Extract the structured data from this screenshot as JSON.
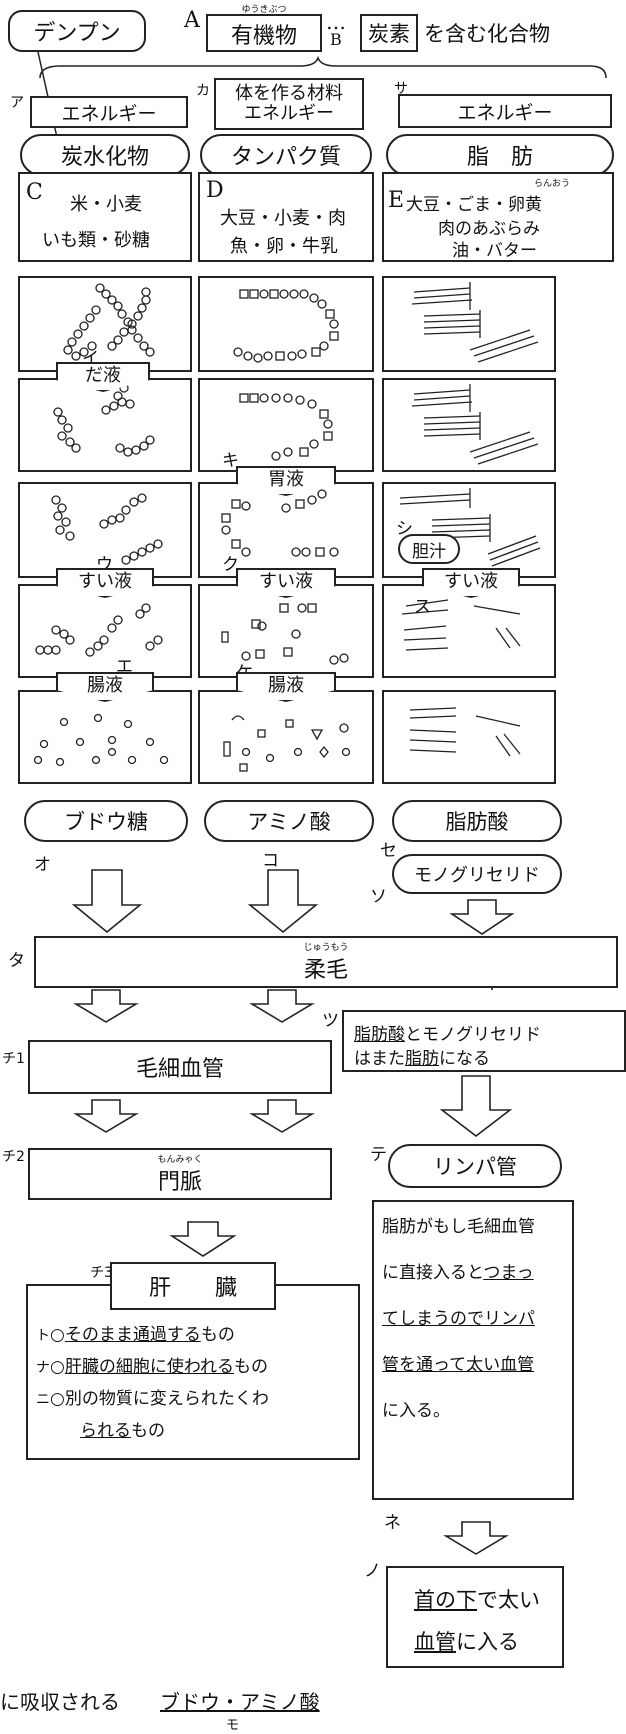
{
  "header": {
    "denpun": "デンプン",
    "label_a": "A",
    "organic_ruby": "ゆうきぶつ",
    "organic": "有機物",
    "dots": "…",
    "label_b": "B",
    "carbon": "炭素",
    "contains": "を含む化合物"
  },
  "roles": {
    "a_label": "ア",
    "a_text": "エネルギー",
    "ka_label": "カ",
    "ka_line1": "体を作る材料",
    "ka_line2": "エネルギー",
    "sa_label": "サ",
    "sa_text": "エネルギー"
  },
  "nutrients": {
    "carb": "炭水化物",
    "protein": "タンパク質",
    "fat": "脂　肪"
  },
  "foods": {
    "c_label": "C",
    "c_line1": "米・小麦",
    "c_line2": "いも類・砂糖",
    "d_label": "D",
    "d_line1": "大豆・小麦・肉",
    "d_line2": "魚・卵・牛乳",
    "e_label": "E",
    "e_ruby": "らんおう",
    "e_line1": "大豆・ごま・卵黄",
    "e_line2": "肉のあぶらみ",
    "e_line3": "油・バター"
  },
  "digestion": {
    "i_label": "イ",
    "saliva": "だ液",
    "ki_label": "キ",
    "gastric": "胃液",
    "u_label": "ウ",
    "ku_label": "ク",
    "shi_label": "シ",
    "bile": "胆汁",
    "pancreatic1": "すい液",
    "pancreatic2": "すい液",
    "pancreatic3": "すい液",
    "su_label": "ス",
    "e2_label": "エ",
    "ke_label": "ケ",
    "intestinal1": "腸液",
    "intestinal2": "腸液"
  },
  "products": {
    "glucose": "ブドウ糖",
    "amino": "アミノ酸",
    "fatty": "脂肪酸",
    "o_label": "オ",
    "ko_label": "コ",
    "se_label": "セ",
    "so_label": "ソ",
    "mono": "モノグリセリド"
  },
  "absorption": {
    "ta_label": "タ",
    "villi_ruby": "じゅうもう",
    "villi": "柔毛",
    "tsu_label": "ツ",
    "chi1_label": "チ1",
    "capillary": "毛細血管",
    "reform_1a": "脂肪酸",
    "reform_1b": "とモノグリセリド",
    "reform_2a": "はまた",
    "reform_2b": "脂肪",
    "reform_2c": "になる",
    "chi2_label": "チ2",
    "portal_ruby": "もんみゃく",
    "portal": "門脈",
    "te_label": "テ",
    "lymph": "リンパ管",
    "chi3_label": "チ3",
    "liver": "肝　　臓",
    "liver_to": "ト",
    "liver_to_a": "○",
    "liver_to_b": "そのまま通過する",
    "liver_to_c": "もの",
    "liver_na": "ナ",
    "liver_na_a": "○",
    "liver_na_b": "肝臓の細胞に使われる",
    "liver_na_c": "もの",
    "liver_ni": "ニ",
    "liver_ni_a": "○別の物質に変えられたくわ",
    "liver_ni_b": "られる",
    "liver_ni_c": "もの",
    "lymph_note_1": "脂肪がもし毛細血管",
    "lymph_note_2a": "に直接入ると",
    "lymph_note_2b": "つまっ",
    "lymph_note_3": "てしまうのでリンパ",
    "lymph_note_4": "管を通って太い血管",
    "lymph_note_5": "に入る。",
    "ne_label": "ネ",
    "no_label": "ノ",
    "neck_1a": "首の下",
    "neck_1b": "で太い",
    "neck_2a": "血管",
    "neck_2b": "に入る"
  },
  "footer": {
    "absorbed": "に吸収される",
    "glucose_amino": "ブドウ・アミノ酸",
    "mo_label": "モ"
  }
}
